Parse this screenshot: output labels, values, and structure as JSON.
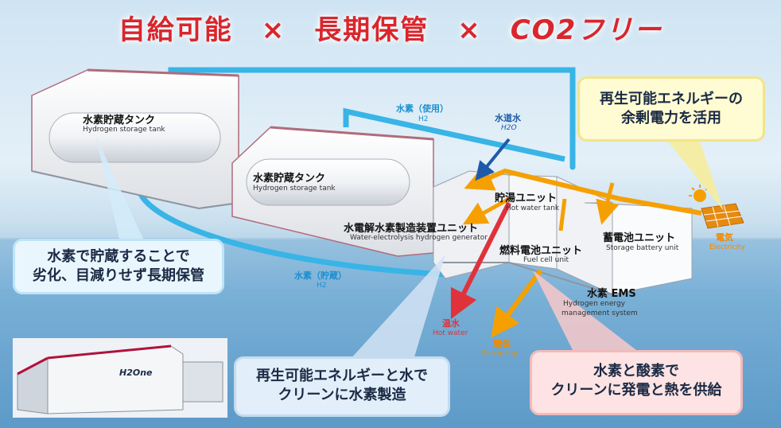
{
  "title": {
    "part1": "自給可能",
    "sep1": "×",
    "part2": "長期保管",
    "sep2": "×",
    "part3": "CO2フリー"
  },
  "tanks": [
    {
      "ja": "水素貯蔵タンク",
      "en": "Hydrogen storage tank"
    },
    {
      "ja": "水素貯蔵タンク",
      "en": "Hydrogen storage tank"
    }
  ],
  "units": {
    "electrolysis": {
      "ja": "水電解水素製造装置ユニット",
      "en": "Water-electrolysis hydrogen generator"
    },
    "hot_water": {
      "ja": "貯湯ユニット",
      "en": "Hot water tank"
    },
    "fuel_cell": {
      "ja": "燃料電池ユニット",
      "en": "Fuel cell unit"
    },
    "battery": {
      "ja": "蓄電池ユニット",
      "en": "Storage battery unit"
    },
    "ems": {
      "ja": "水素 EMS",
      "en1": "Hydrogen energy",
      "en2": "management system"
    }
  },
  "flows": {
    "h2_use": {
      "ja": "水素（使用）",
      "sub": "H2"
    },
    "h2_store": {
      "ja": "水素（貯蔵）",
      "sub": "H2"
    },
    "tap_water": {
      "ja": "水道水",
      "sub": "H2O"
    },
    "hot_water": {
      "ja": "温水",
      "en": "Hot water"
    },
    "electricity_out": {
      "ja": "電気",
      "en": "Electricity"
    },
    "electricity_in": {
      "ja": "電気",
      "en": "Electricity"
    }
  },
  "callouts": {
    "storage": {
      "line1": "水素で貯蔵することで",
      "line2": "劣化、目減りせず長期保管"
    },
    "surplus": {
      "line1": "再生可能エネルギーの",
      "line2": "余剰電力を活用"
    },
    "hydrogen": {
      "line1": "再生可能エネルギーと水で",
      "line2": "クリーンに水素製造"
    },
    "power": {
      "line1": "水素と酸素で",
      "line2": "クリーンに発電と熱を供給"
    }
  },
  "product_logo": "H2One",
  "colors": {
    "title": "#d9262c",
    "h2_flow": "#39b4e6",
    "electricity": "#f5a000",
    "hot_water": "#e0323a"
  }
}
